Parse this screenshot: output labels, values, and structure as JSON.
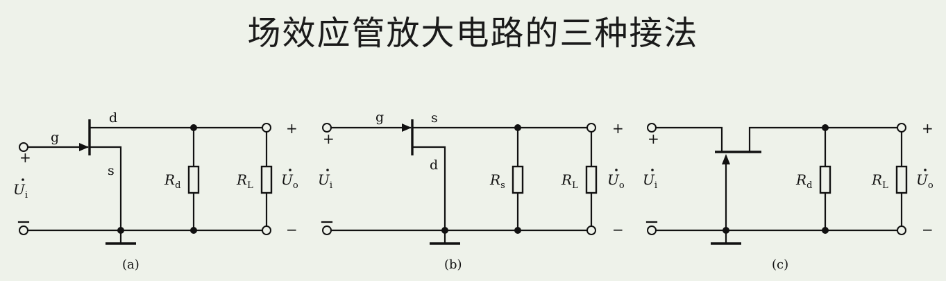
{
  "title": "场效应管放大电路的三种接法",
  "circuits": {
    "a": {
      "caption": "(a)",
      "gate": "g",
      "top_node": "d",
      "bottom_node": "s",
      "r1_symbol": "R",
      "r1_sub": "d",
      "r2_symbol": "R",
      "r2_sub": "L",
      "in_symbol": "U",
      "in_sub": "i",
      "out_symbol": "U",
      "out_sub": "o",
      "plus": "+",
      "minus": "−"
    },
    "b": {
      "caption": "(b)",
      "gate": "g",
      "top_node": "s",
      "bottom_node": "d",
      "r1_symbol": "R",
      "r1_sub": "s",
      "r2_symbol": "R",
      "r2_sub": "L",
      "in_symbol": "U",
      "in_sub": "i",
      "out_symbol": "U",
      "out_sub": "o",
      "plus": "+",
      "minus": "−"
    },
    "c": {
      "caption": "(c)",
      "r1_symbol": "R",
      "r1_sub": "d",
      "r2_symbol": "R",
      "r2_sub": "L",
      "in_symbol": "U",
      "in_sub": "i",
      "out_symbol": "U",
      "out_sub": "o",
      "plus": "+",
      "minus": "−"
    }
  }
}
